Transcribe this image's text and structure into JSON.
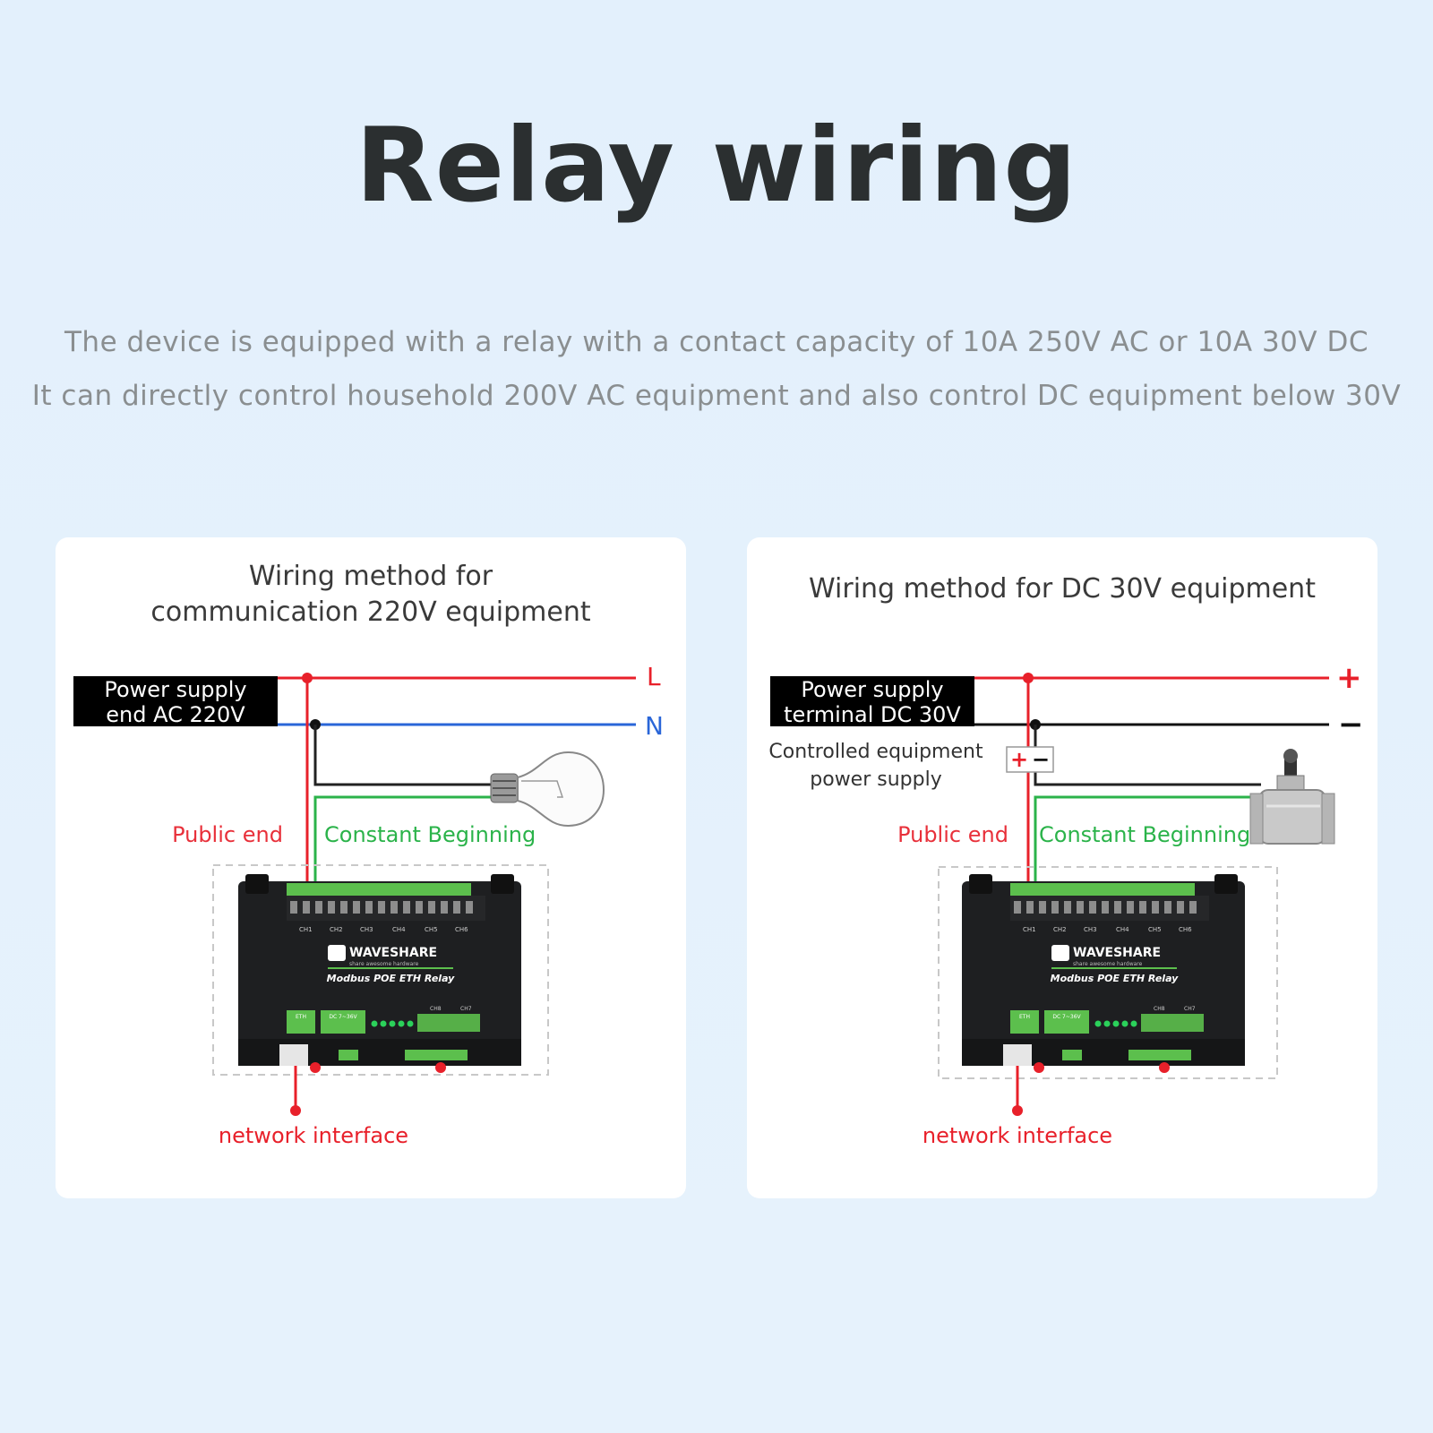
{
  "header": {
    "title": "Relay wiring",
    "line1": "The device is equipped with a relay with a contact capacity of 10A 250V AC or 10A 30V DC",
    "line2": "It can directly control household 200V AC equipment and also control DC equipment below 30V"
  },
  "left": {
    "title_line1": "Wiring method for",
    "title_line2": "communication 220V equipment",
    "supply_line1": "Power supply",
    "supply_line2": "end AC 220V",
    "line_l": "L",
    "line_n": "N",
    "public_end": "Public end",
    "constant_beginning": "Constant Beginning",
    "network_interface": "network interface"
  },
  "right": {
    "title": "Wiring method for DC 30V equipment",
    "supply_line1": "Power supply",
    "supply_line2": "terminal DC 30V",
    "line_plus": "+",
    "line_minus": "−",
    "controlled_line1": "Controlled equipment",
    "controlled_line2": "power supply",
    "public_end": "Public end",
    "constant_beginning": "Constant Beginning",
    "network_interface": "network interface"
  },
  "device": {
    "brand": "WAVESHARE",
    "tagline": "share awesome hardware",
    "model": "Modbus POE ETH Relay",
    "port_eth": "ETH",
    "port_dc": "DC 7~36V",
    "channels": [
      "CH1",
      "CH2",
      "CH3",
      "CH4",
      "CH5",
      "CH6"
    ],
    "channels_bottom": [
      "CH8",
      "CH7"
    ]
  },
  "colors": {
    "live": "#e8202a",
    "neutral": "#2a66d8",
    "constant": "#2bb34a",
    "device_body": "#1e1f21",
    "terminal_green": "#5cbf4d"
  }
}
